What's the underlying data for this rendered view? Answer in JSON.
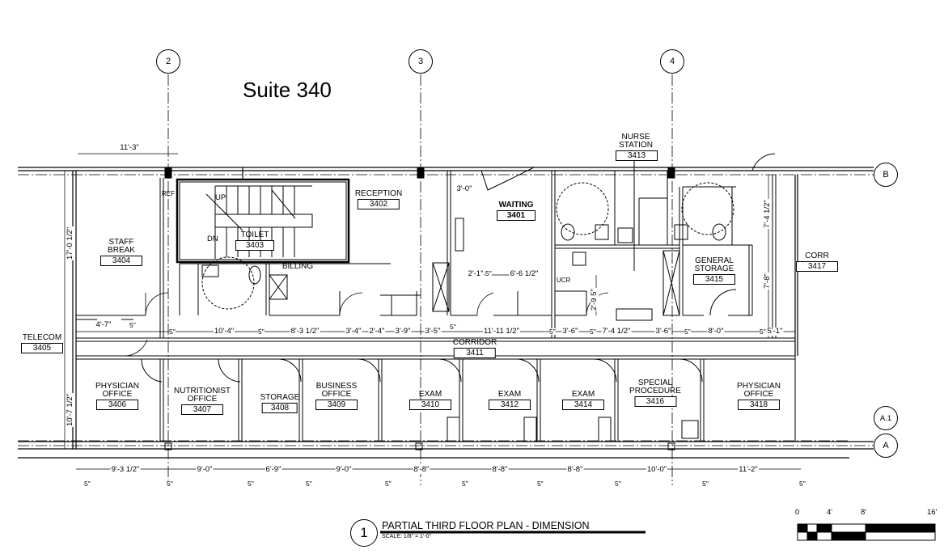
{
  "suite_title": "Suite 340",
  "grid_bubbles": {
    "col_2": "2",
    "col_3": "3",
    "col_4": "4",
    "row_b": "B",
    "row_a1": "A.1",
    "row_a": "A"
  },
  "rooms": {
    "staff_break": {
      "name": "STAFF BREAK",
      "number": "3404"
    },
    "reception": {
      "name": "RECEPTION",
      "number": "3402"
    },
    "toilet": {
      "name": "TOILET",
      "number": "3403"
    },
    "billing": {
      "name": "BILLING"
    },
    "waiting": {
      "name": "WAITING",
      "number": "3401"
    },
    "nurse_station": {
      "name": "NURSE STATION",
      "number": "3413"
    },
    "general_storage": {
      "name": "GENERAL STORAGE",
      "number": "3415"
    },
    "corr": {
      "name": "CORR",
      "number": "3417"
    },
    "telecom": {
      "name": "TELECOM",
      "number": "3405"
    },
    "corridor": {
      "name": "CORRIDOR",
      "number": "3411"
    },
    "physician_office_1": {
      "name": "PHYSICIAN OFFICE",
      "number": "3406"
    },
    "nutritionist_office": {
      "name": "NUTRITIONIST OFFICE",
      "number": "3407"
    },
    "storage": {
      "name": "STORAGE",
      "number": "3408"
    },
    "business_office": {
      "name": "BUSINESS OFFICE",
      "number": "3409"
    },
    "exam_1": {
      "name": "EXAM",
      "number": "3410"
    },
    "exam_2": {
      "name": "EXAM",
      "number": "3412"
    },
    "exam_3": {
      "name": "EXAM",
      "number": "3414"
    },
    "special_procedure": {
      "name": "SPECIAL PROCEDURE",
      "number": "3416"
    },
    "physician_office_2": {
      "name": "PHYSICIAN OFFICE",
      "number": "3418"
    }
  },
  "fixture_tags": {
    "ref": "REF",
    "ucr": "UCR",
    "up": "UP",
    "dn": "DN"
  },
  "dimensions": {
    "top_width": "11'-3\"",
    "left_17": "17'-0 1/2\"",
    "left_10": "10'-7 1/2\"",
    "right_7_4": "7'-4 1/2\"",
    "right_7_8": "7'-8\"",
    "waiting_3_0": "3'-0\"",
    "waiting_2_1": "2'-1\"",
    "waiting_6_6": "6'-6 1/2\"",
    "nurse_2_9": "2'-9 5\"",
    "corridor_row": [
      "4'-7\"",
      "10'-4\"",
      "8'-3 1/2\"",
      "3'-4\"",
      "2'-4\"",
      "3'-9\"",
      "3'-5\"",
      "11'-11 1/2\"",
      "3'-6\"",
      "7'-4 1/2\"",
      "3'-6\"",
      "8'-0\"",
      "5'-1\""
    ],
    "bottom_row": [
      "9'-3 1/2\"",
      "9'-0\"",
      "6'-9\"",
      "9'-0\"",
      "8'-8\"",
      "8'-8\"",
      "8'-8\"",
      "10'-0\"",
      "11'-2\""
    ],
    "five_inch": "5\""
  },
  "title_block": {
    "bubble": "1",
    "title": "PARTIAL THIRD FLOOR PLAN - DIMENSION",
    "scale": "SCALE:    1/8\" = 1'-0\""
  },
  "scale_bar": {
    "labels": [
      "0",
      "4'",
      "8'",
      "16'"
    ]
  }
}
